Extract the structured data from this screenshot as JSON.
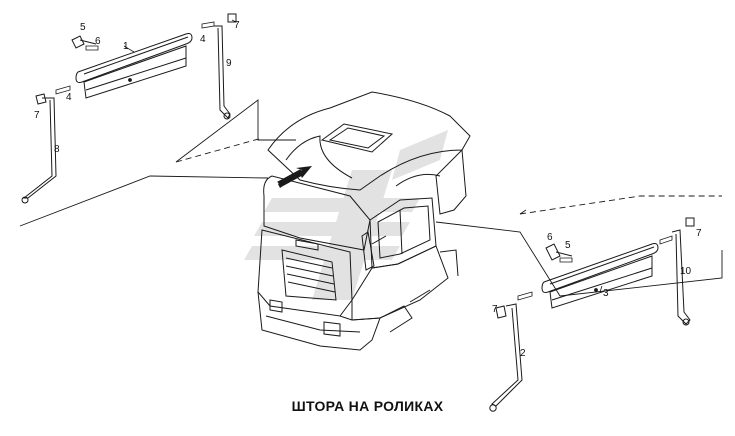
{
  "caption": "ШТОРА НА РОЛИКАХ",
  "callouts": [
    "1",
    "2",
    "3",
    "4",
    "4",
    "5",
    "5",
    "6",
    "6",
    "7",
    "7",
    "7",
    "7",
    "8",
    "9",
    "10"
  ]
}
